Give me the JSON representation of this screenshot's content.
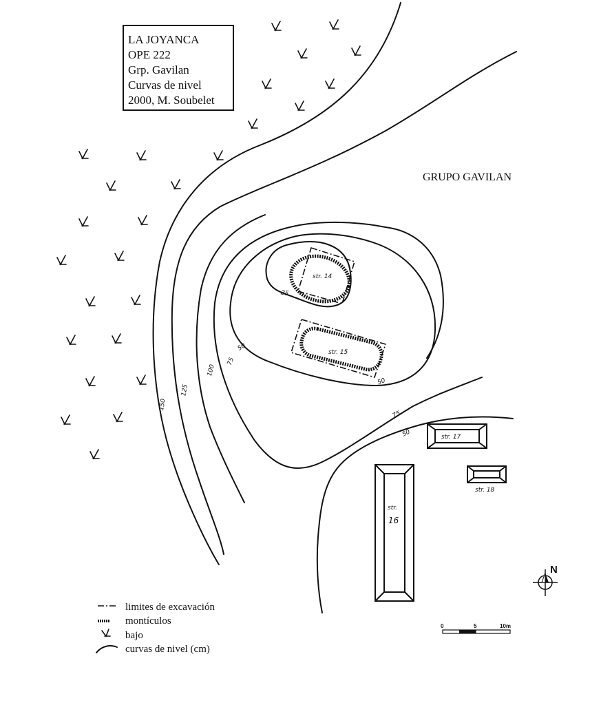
{
  "title_box": {
    "lines": [
      "LA JOYANCA",
      "OPE 222",
      "Grp. Gavilan",
      "Curvas de nivel",
      "2000, M. Soubelet"
    ]
  },
  "group_label": "GRUPO GAVILAN",
  "contours": {
    "c150": "150",
    "c125": "125",
    "c100": "100",
    "c75a": "75",
    "c75b": "75",
    "c50a": "50",
    "c50b": "50",
    "c50c": "50",
    "c25": "25"
  },
  "structures": {
    "s14": "str. 14",
    "s15": "str. 15",
    "s16a": "str.",
    "s16b": "16",
    "s17": "str. 17",
    "s18": "str. 18"
  },
  "north": {
    "label": "N",
    "icon": "north-arrow-icon"
  },
  "scale_bar": {
    "ticks": [
      "0",
      "5",
      "10m"
    ]
  },
  "legend": {
    "items": [
      {
        "symbol": "excavation-limit-symbol",
        "label": "limites de excavación"
      },
      {
        "symbol": "mound-symbol",
        "label": "montículos"
      },
      {
        "symbol": "bajo-symbol",
        "label": "bajo"
      },
      {
        "symbol": "contour-line-symbol",
        "label": "curvas de nivel (cm)"
      }
    ]
  }
}
